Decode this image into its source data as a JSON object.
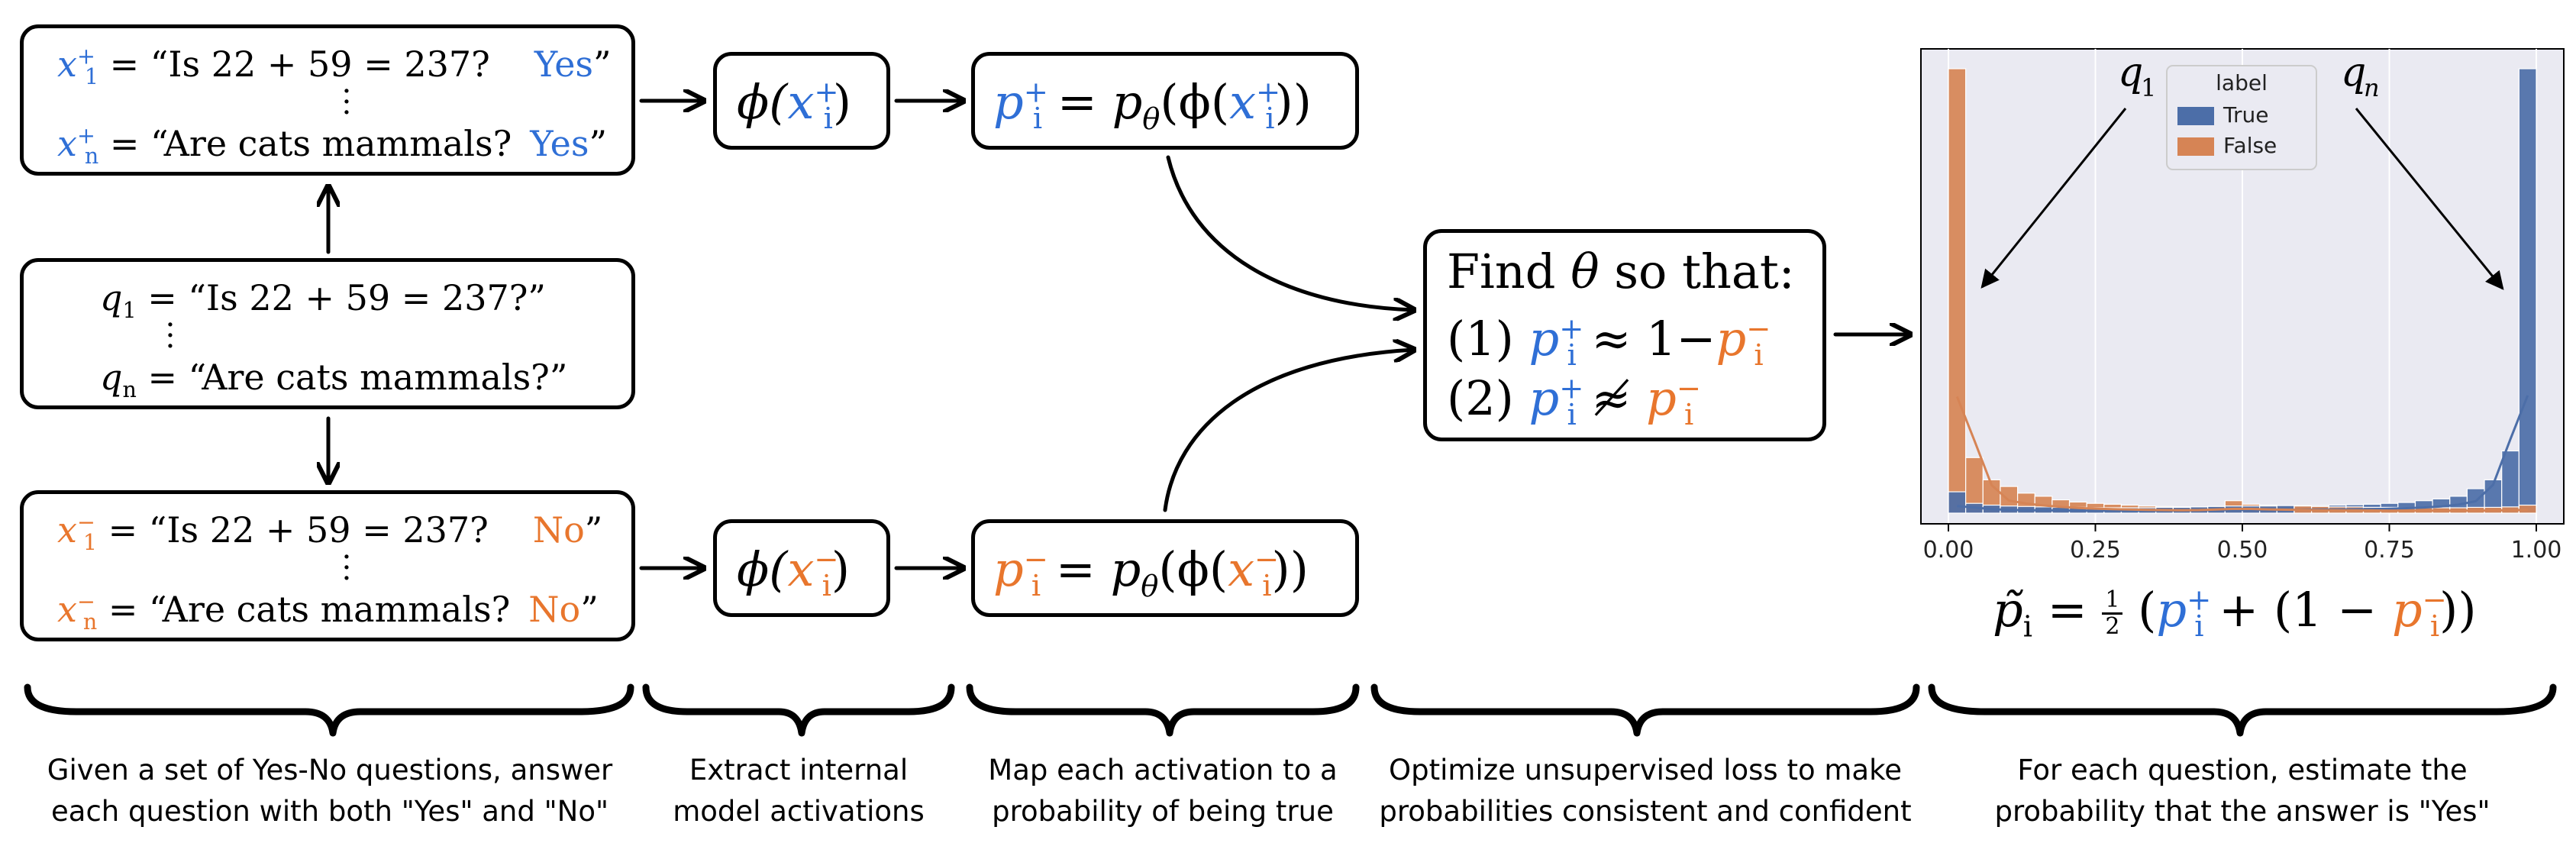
{
  "positive_box": {
    "line1_var": "x",
    "line1_sub": "1",
    "line1_sup": "+",
    "line1_eq": " = “Is 22 + 59 = 237?",
    "line1_ans": "Yes",
    "line1_close": "”",
    "linen_var": "x",
    "linen_sub": "n",
    "linen_sup": "+",
    "linen_eq": " = “Are cats mammals?",
    "linen_ans": "Yes",
    "linen_close": "”"
  },
  "question_box": {
    "q1_var": "q",
    "q1_sub": "1",
    "q1_eq": " = “Is 22 + 59 = 237?”",
    "qn_var": "q",
    "qn_sub": "n",
    "qn_eq": " = “Are cats mammals?”"
  },
  "negative_box": {
    "line1_var": "x",
    "line1_sub": "1",
    "line1_sup": "−",
    "line1_eq": " = “Is 22 + 59 = 237?",
    "line1_ans": "No",
    "line1_close": "”",
    "linen_var": "x",
    "linen_sub": "n",
    "linen_sup": "−",
    "linen_eq": " = “Are cats mammals?",
    "linen_ans": "No",
    "linen_close": "”"
  },
  "phi_pos": {
    "phi": "ϕ(",
    "var": "x",
    "sub": "i",
    "sup": "+",
    "close": ")"
  },
  "phi_neg": {
    "phi": "ϕ(",
    "var": "x",
    "sub": "i",
    "sup": "−",
    "close": ")"
  },
  "prob_pos": {
    "p": "p",
    "sub": "i",
    "sup": "+",
    "eq": " = ",
    "ptheta": "p",
    "theta": "θ",
    "open": "(ϕ(",
    "var": "x",
    "vsub": "i",
    "vsup": "+",
    "close": "))"
  },
  "prob_neg": {
    "p": "p",
    "sub": "i",
    "sup": "−",
    "eq": " = ",
    "ptheta": "p",
    "theta": "θ",
    "open": "(ϕ(",
    "var": "x",
    "vsub": "i",
    "vsup": "−",
    "close": "))"
  },
  "objective": {
    "title_pre": "Find ",
    "title_theta": "θ",
    "title_post": " so that:",
    "c1_label": "(1) ",
    "c1_mid": " ≈ 1−",
    "c2_label": "(2) ",
    "c2_mid": " ≉ ",
    "p": "p",
    "sub": "i",
    "plus": "+",
    "minus": "−"
  },
  "formula": {
    "lhs": "p̃",
    "lhs_sub": "i",
    "eq": " = ",
    "half_num": "1",
    "half_den": "2",
    "open": " (",
    "p": "p",
    "sub": "i",
    "plus": "+",
    "minus": "−",
    "mid": " + (1 − ",
    "close": "))"
  },
  "chart_data": {
    "type": "bar",
    "xlim": [
      0,
      1
    ],
    "ticks": [
      "0.00",
      "0.25",
      "0.50",
      "0.75",
      "1.00"
    ],
    "tick_values": [
      0,
      0.25,
      0.5,
      0.75,
      1
    ],
    "grid": true,
    "legend_title": "label",
    "legend_position": "top-center",
    "annotation_q1": "q",
    "annotation_q1_sub": "1",
    "annotation_qn": "q",
    "annotation_qn_sub": "n",
    "series": [
      {
        "name": "True",
        "color": "#4c6ea8",
        "values": [
          0.048,
          0.022,
          0.018,
          0.016,
          0.015,
          0.014,
          0.013,
          0.013,
          0.012,
          0.012,
          0.012,
          0.012,
          0.013,
          0.013,
          0.014,
          0.015,
          0.016,
          0.016,
          0.016,
          0.017,
          0.017,
          0.017,
          0.018,
          0.019,
          0.02,
          0.022,
          0.024,
          0.028,
          0.032,
          0.038,
          0.055,
          0.075,
          0.14,
          1.0
        ]
      },
      {
        "name": "False",
        "color": "#d68455",
        "values": [
          1.0,
          0.125,
          0.075,
          0.06,
          0.045,
          0.038,
          0.03,
          0.025,
          0.022,
          0.02,
          0.018,
          0.016,
          0.015,
          0.014,
          0.014,
          0.015,
          0.028,
          0.02,
          0.018,
          0.017,
          0.016,
          0.015,
          0.014,
          0.014,
          0.013,
          0.013,
          0.012,
          0.012,
          0.012,
          0.012,
          0.013,
          0.013,
          0.014,
          0.018
        ]
      }
    ]
  },
  "captions": [
    {
      "line1": "Given a set of Yes-No questions, answer",
      "line2": "each question with both \"Yes\" and \"No\""
    },
    {
      "line1": "Extract internal",
      "line2": "model activations"
    },
    {
      "line1": "Map each activation to a",
      "line2": "probability of being true"
    },
    {
      "line1": "Optimize unsupervised loss to make",
      "line2": "probabilities consistent and confident"
    },
    {
      "line1": "For each question, estimate the",
      "line2": "probability that the answer is \"Yes\""
    }
  ],
  "colors": {
    "blue": "#2f6fd6",
    "orange": "#e8762d",
    "true_bar": "#4c6ea8",
    "false_bar": "#d68455"
  }
}
